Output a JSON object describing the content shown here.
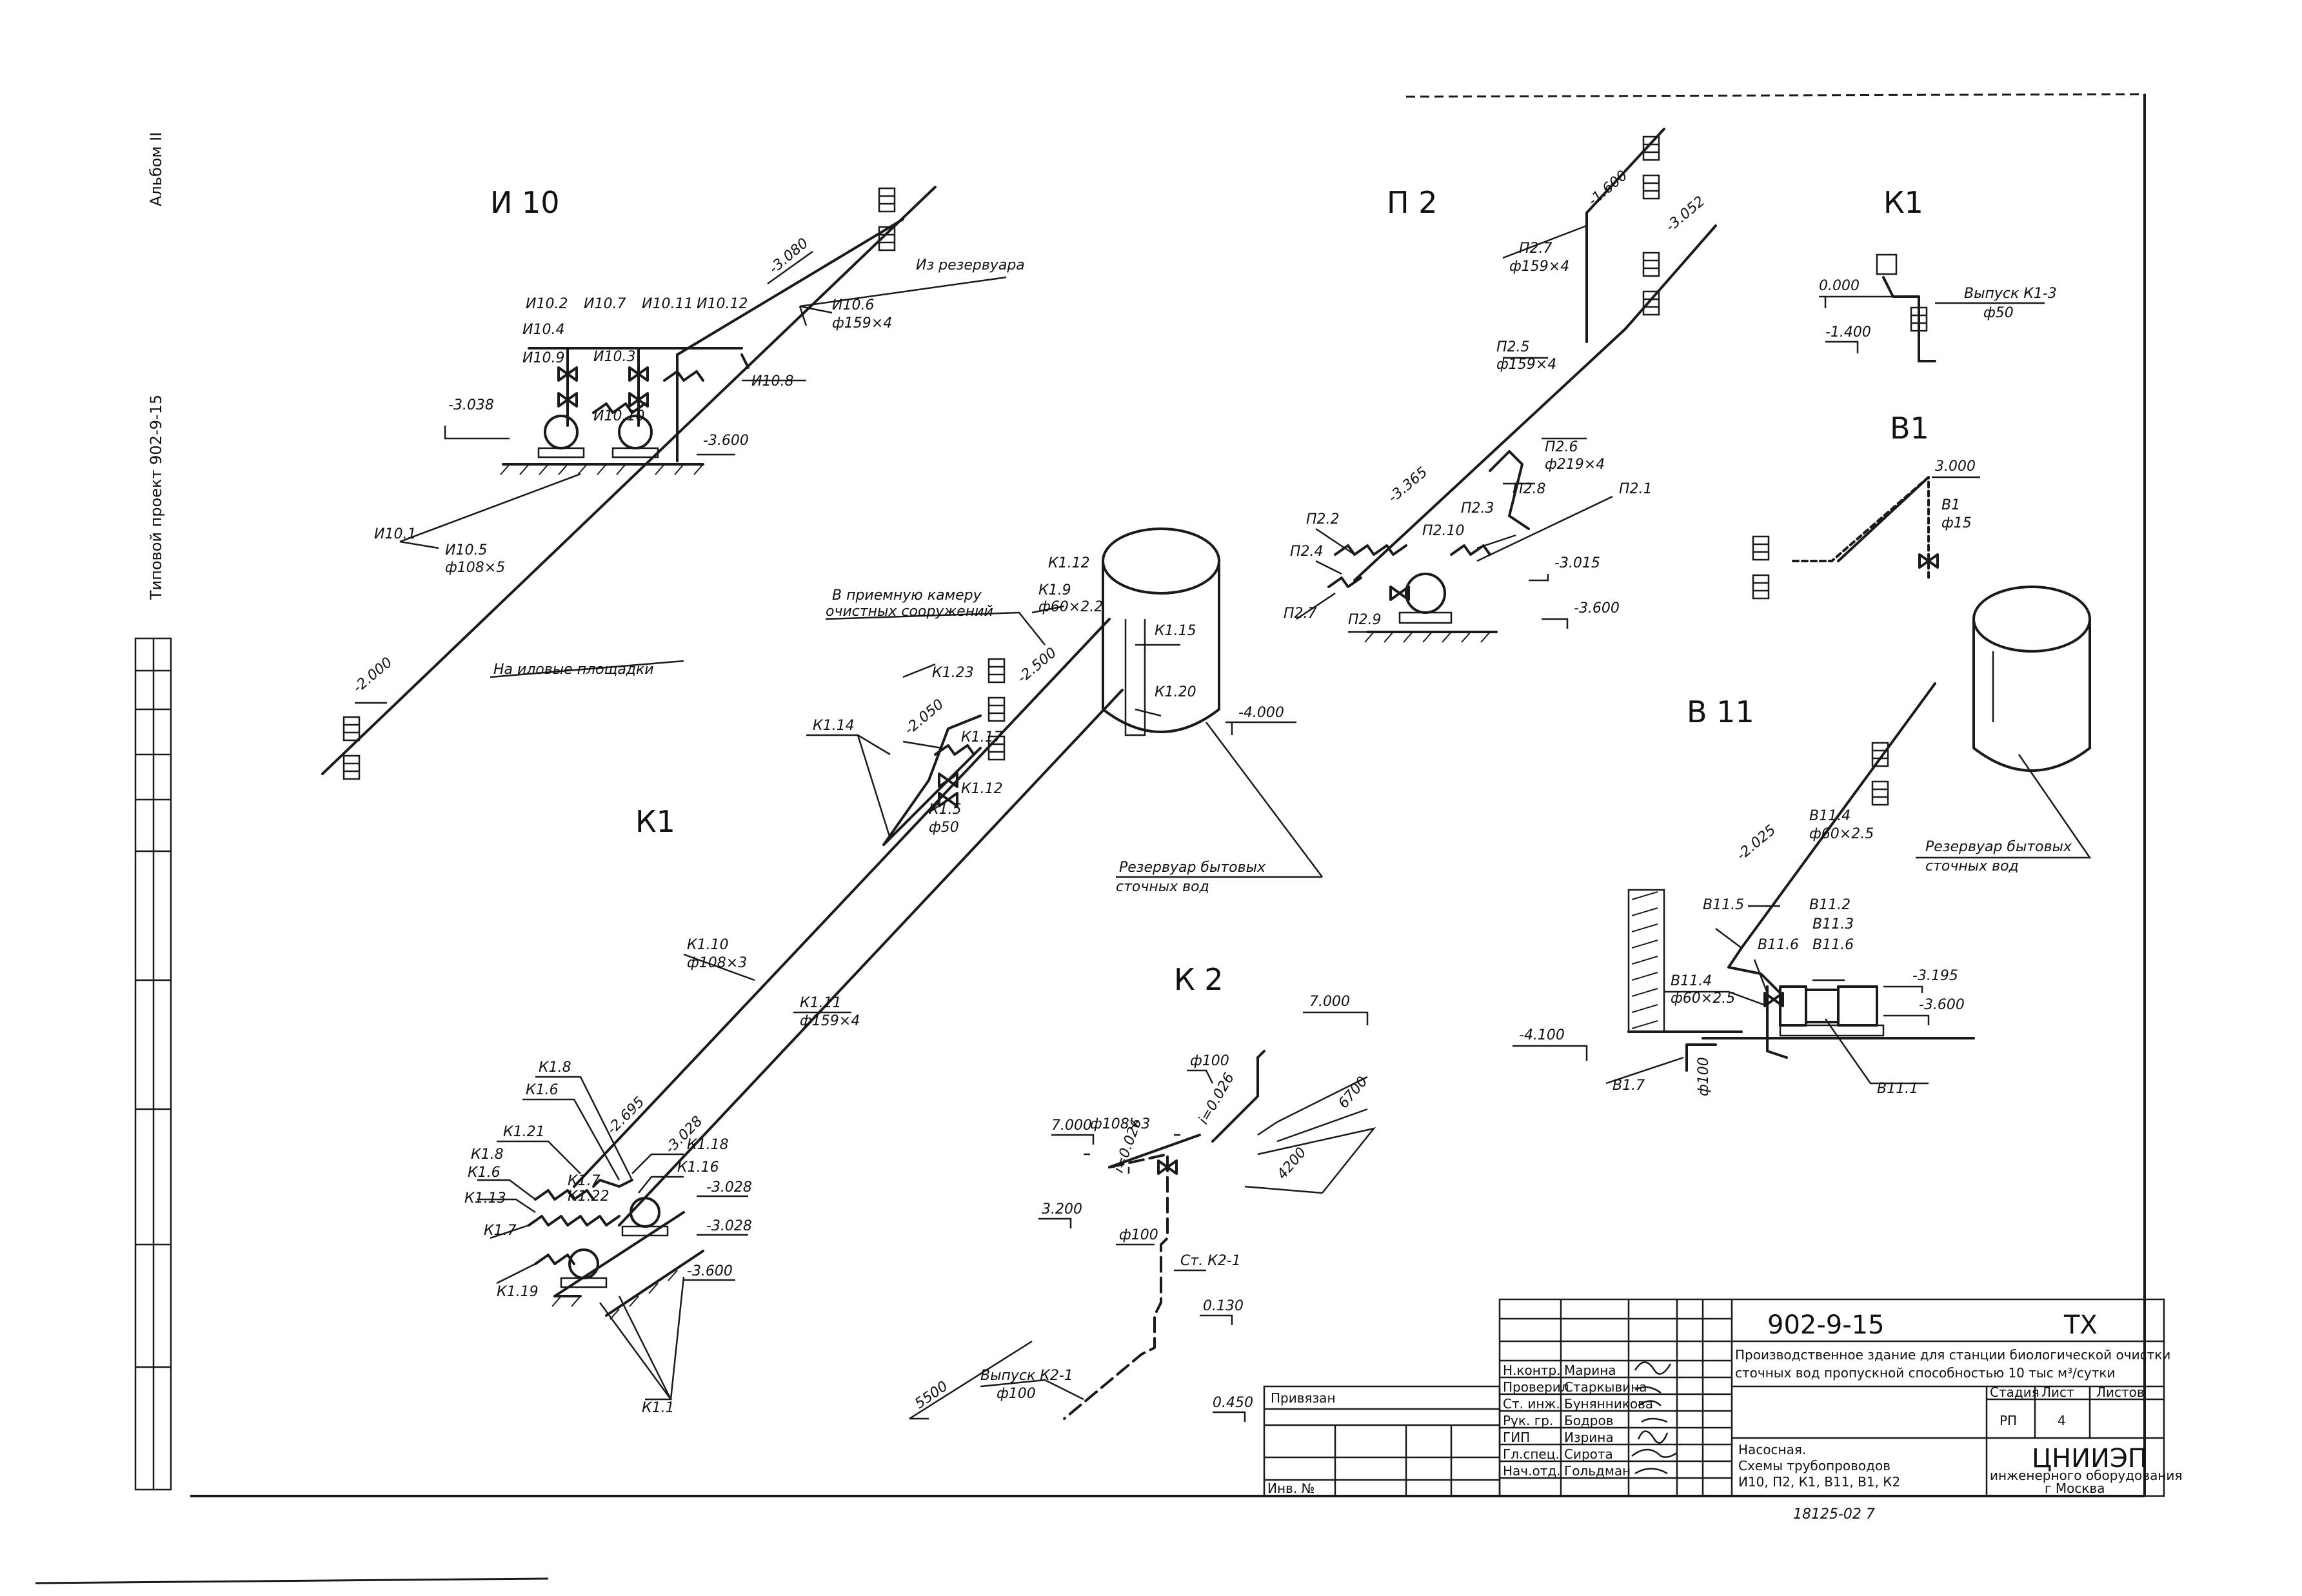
{
  "side_strip": {
    "project": "Типовой проект  902-9-15",
    "album": "Альбом II"
  },
  "schemes": {
    "i10": {
      "title": "И 10",
      "labels": [
        "И10.2",
        "И10.7",
        "И10.11",
        "И10.12",
        "И10.4",
        "И10.9",
        "И10.3",
        "И10.10",
        "И10.8",
        "И10.6",
        "ф159×4",
        "Из резервуара",
        "И10.1",
        "И10.5",
        "ф108×5",
        "На иловые площадки"
      ],
      "levels": [
        "-3.080",
        "-3.038",
        "-3.600",
        "-2.000"
      ]
    },
    "p2": {
      "title": "П 2",
      "labels": [
        "П2.7",
        "ф159×4",
        "П2.5",
        "ф159×4",
        "П2.6",
        "ф219×4",
        "П2.8",
        "П2.1",
        "П2.3",
        "П2.2",
        "П2.10",
        "П2.4",
        "П2.7",
        "П2.9"
      ],
      "levels": [
        "-1.600",
        "-3.052",
        "-3.365",
        "-3.015",
        "-3.600"
      ]
    },
    "k1_small": {
      "title": "К1",
      "labels": [
        "Выпуск К1-3",
        "ф50"
      ],
      "levels": [
        "0.000",
        "-1.400"
      ]
    },
    "b1": {
      "title": "В1",
      "labels": [
        "В1",
        "ф15"
      ],
      "levels": [
        "3.000"
      ]
    },
    "k1": {
      "title": "К1",
      "labels": [
        "К1.12",
        "К1.9",
        "ф60×2.2",
        "В приемную камеру",
        "очистных сооружений",
        "К1.15",
        "К1.20",
        "К1.23",
        "К1.17",
        "К1.14",
        "К1.12",
        "К1.5",
        "ф50",
        "Резервуар бытовых",
        "сточных вод",
        "К1.10",
        "ф108×3",
        "К1.11",
        "ф159×4",
        "К1.8",
        "К1.6",
        "К1.21",
        "К1.8",
        "К1.6",
        "К1.13",
        "К1.7",
        "К1.22",
        "К1.18",
        "К1.16",
        "К1.7",
        "К1.19",
        "К1.1"
      ],
      "levels": [
        "-4.000",
        "-2.500",
        "-2.050",
        "-2.695",
        "-3.028",
        "-3.028",
        "-3.028",
        "-3.600"
      ]
    },
    "b11": {
      "title": "В 11",
      "labels": [
        "В11.4",
        "ф60×2.5",
        "Резервуар бытовых",
        "сточных вод",
        "В11.5",
        "В11.2",
        "В11.3",
        "В11.6",
        "В11.6",
        "В11.4",
        "ф60×2.5",
        "В1.7",
        "В11.1",
        "ф100"
      ],
      "levels": [
        "-2.025",
        "-3.195",
        "-3.600",
        "-4.100"
      ]
    },
    "k2": {
      "title": "К 2",
      "labels": [
        "ф100",
        "ф108×3",
        "i=0.026",
        "i=0.026",
        "ф100",
        "Ст. К2-1",
        "Выпуск К2-1",
        "ф100"
      ],
      "levels": [
        "7.000",
        "7.000",
        "3.200",
        "0.130",
        "0.450"
      ],
      "dims": [
        "6700",
        "4200",
        "5500"
      ]
    }
  },
  "title_block": {
    "code": "902-9-15",
    "sheet_code": "ТХ",
    "description_line1": "Производственное здание для станции биологической очистки",
    "description_line2": "сточных вод пропускной способностью 10 тыс м³/сутки",
    "roles": [
      "Н.контр.",
      "Проверил",
      "Ст. инж.",
      "Рук. гр.",
      "ГИП",
      "Гл.спец.",
      "Нач.отд."
    ],
    "names": [
      "Марина",
      "Старкывина",
      "Бунянникова",
      "Бодров",
      "Изрина",
      "Сирота",
      "Гольдман"
    ],
    "stage_header": "Стадия",
    "sheet_header": "Лист",
    "sheets_header": "Листов",
    "stage": "РП",
    "sheet": "4",
    "drawing_title_line1": "Насосная.",
    "drawing_title_line2": "Схемы трубопроводов",
    "drawing_title_line3": "И10, П2, К1, В11, В1, К2",
    "org_name": "ЦНИИЭП",
    "org_line2": "инженерного оборудования",
    "org_city": "г Москва",
    "attached": "Привязан",
    "inv_no": "Инв. №",
    "bottom_number": "18125-02    7"
  }
}
